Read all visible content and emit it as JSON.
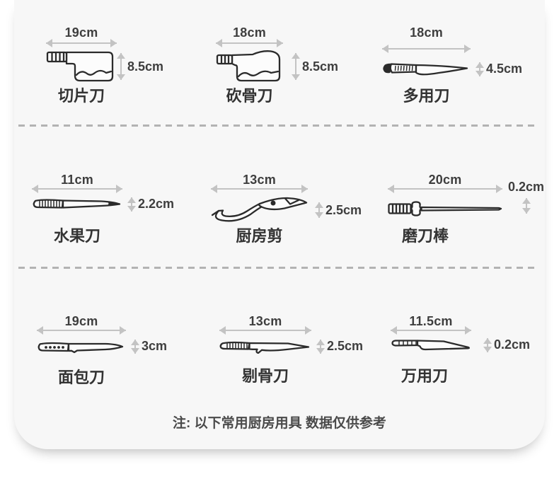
{
  "note": "注: 以下常用厨房用具 数据仅供参考",
  "colors": {
    "card_bg": "#f7f7f7",
    "arrow": "#c3c3c3",
    "dimension_text": "#3e3e3e",
    "name_text": "#333333",
    "outline": "#2b2b2b",
    "note_text": "#4a4a4a"
  },
  "items": [
    {
      "name": "切片刀",
      "width": "19cm",
      "height": "8.5cm",
      "type": "slicing-cleaver"
    },
    {
      "name": "砍骨刀",
      "width": "18cm",
      "height": "8.5cm",
      "type": "bone-chopping-cleaver"
    },
    {
      "name": "多用刀",
      "width": "18cm",
      "height": "4.5cm",
      "type": "multi-purpose-knife"
    },
    {
      "name": "水果刀",
      "width": "11cm",
      "height": "2.2cm",
      "type": "fruit-knife"
    },
    {
      "name": "厨房剪",
      "width": "13cm",
      "height": "2.5cm",
      "type": "kitchen-scissors"
    },
    {
      "name": "磨刀棒",
      "width": "20cm",
      "height": "0.2cm",
      "type": "sharpening-rod"
    },
    {
      "name": "面包刀",
      "width": "19cm",
      "height": "3cm",
      "type": "bread-knife"
    },
    {
      "name": "剔骨刀",
      "width": "13cm",
      "height": "2.5cm",
      "type": "boning-knife"
    },
    {
      "name": "万用刀",
      "width": "11.5cm",
      "height": "0.2cm",
      "type": "utility-knife"
    }
  ]
}
